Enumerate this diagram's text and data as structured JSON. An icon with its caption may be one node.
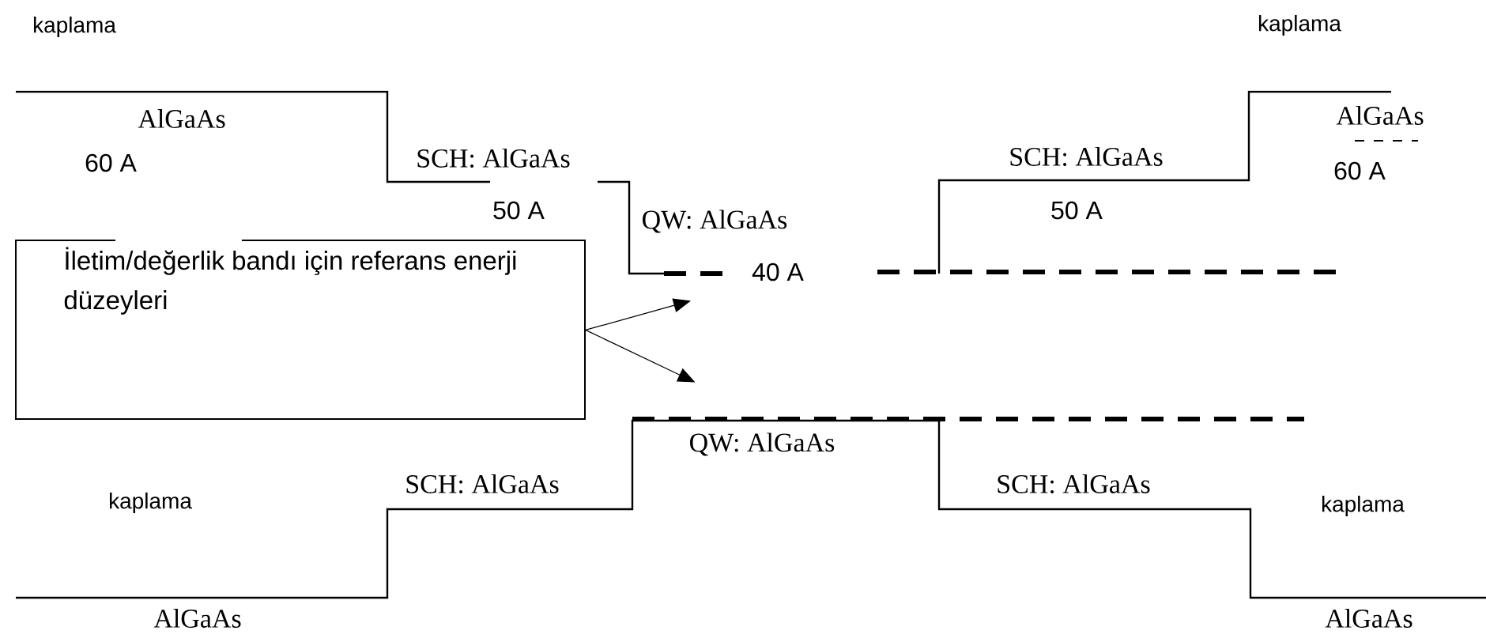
{
  "diagram": {
    "nodes": [
      {
        "text": [
          "İletim/değerlik bandı için referans enerji düzeyleri"
        ]
      },
      {
        "text": [],
        "shape": "line"
      },
      {
        "text": [],
        "shape": "line"
      }
    ],
    "edges": [
      {
        "from": 0,
        "to": 1,
        "arrow": "to"
      },
      {
        "from": 0,
        "to": 2,
        "arrow": "to"
      }
    ],
    "labels": [
      "kaplama",
      "kaplama",
      "AlGaAs",
      "AlGaAs",
      "60 A",
      "SCH: AlGaAs",
      "SCH: AlGaAs",
      "60 A",
      "50 A",
      "50 A",
      "QW: AlGaAs",
      "40 A",
      "QW: AlGaAs",
      "kaplama",
      "SCH: AlGaAs",
      "SCH: AlGaAs",
      "kaplama",
      "AlGaAs",
      "AlGaAs"
    ]
  }
}
